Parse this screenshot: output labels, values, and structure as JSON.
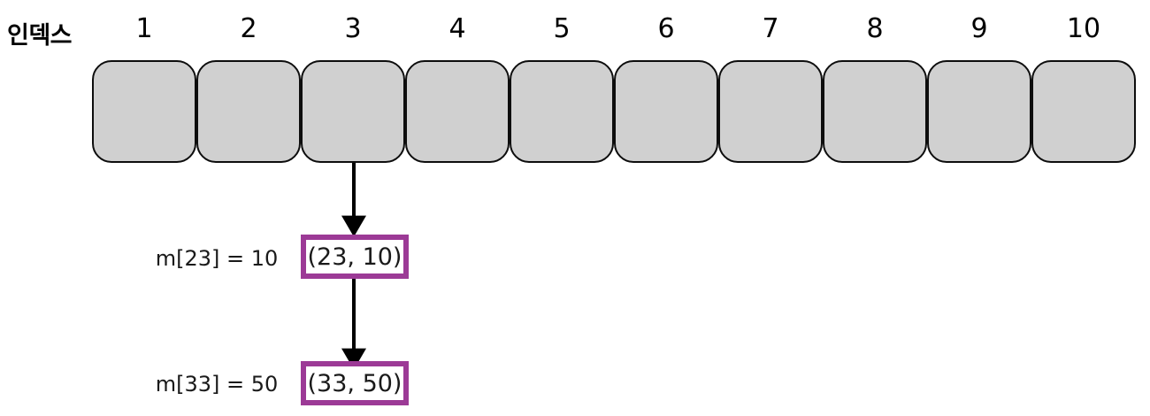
{
  "diagram": {
    "title_label": "인덱스",
    "index_numbers": [
      "1",
      "2",
      "3",
      "4",
      "5",
      "6",
      "7",
      "8",
      "9",
      "10"
    ],
    "slot_count": 10,
    "colors": {
      "slot_fill": "#d0d0d0",
      "slot_border": "#0d0d0d",
      "node_border": "#9c3a96",
      "node_fill": "#ffffff",
      "arrow": "#000000",
      "text": "#000000",
      "background": "#ffffff"
    },
    "chain": {
      "from_index": "3",
      "nodes": [
        {
          "caption": "m[23] = 10",
          "value": "(23, 10)"
        },
        {
          "caption": "m[33] = 50",
          "value": "(33, 50)"
        }
      ]
    }
  }
}
